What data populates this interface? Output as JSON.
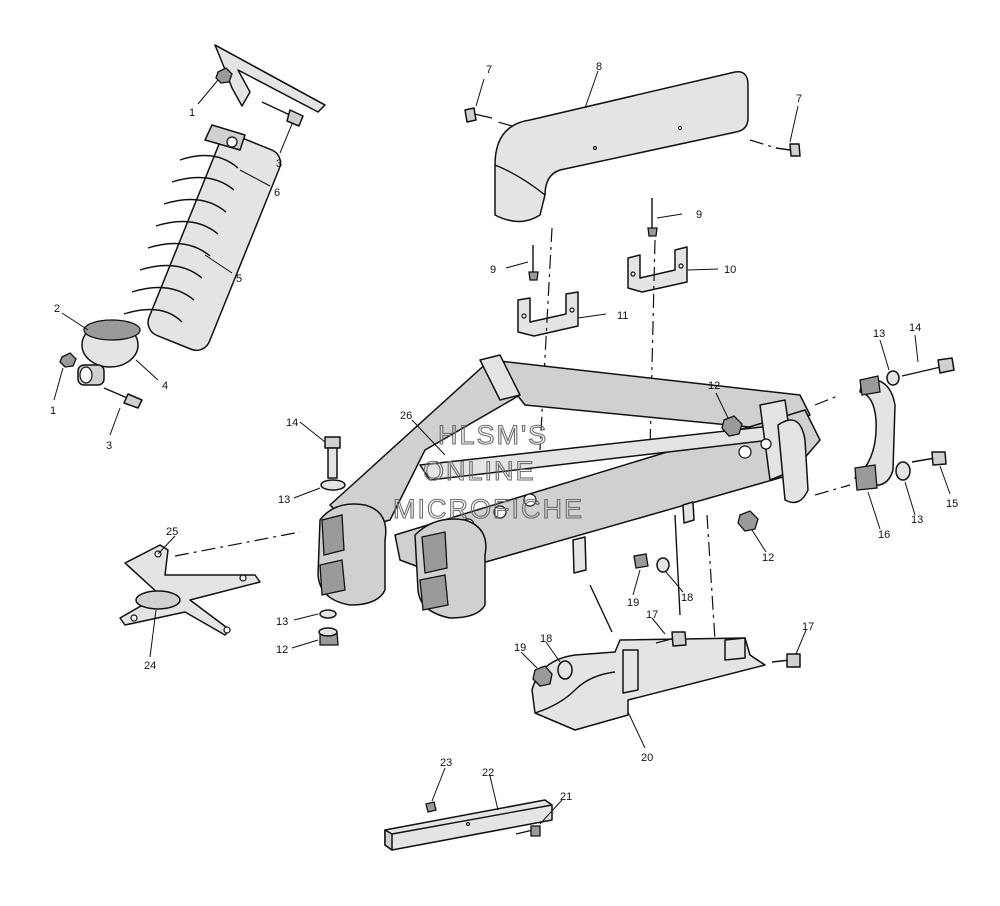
{
  "watermark": {
    "line1": "HLSM'S",
    "line2": "ONLINE",
    "line3": "MICROFICHE"
  },
  "callouts": [
    {
      "id": "c1a",
      "label": "1"
    },
    {
      "id": "c3a",
      "label": "3"
    },
    {
      "id": "c6",
      "label": "6"
    },
    {
      "id": "c5",
      "label": "5"
    },
    {
      "id": "c2",
      "label": "2"
    },
    {
      "id": "c4",
      "label": "4"
    },
    {
      "id": "c1b",
      "label": "1"
    },
    {
      "id": "c3b",
      "label": "3"
    },
    {
      "id": "c7a",
      "label": "7"
    },
    {
      "id": "c8",
      "label": "8"
    },
    {
      "id": "c7b",
      "label": "7"
    },
    {
      "id": "c9a",
      "label": "9"
    },
    {
      "id": "c9b",
      "label": "9"
    },
    {
      "id": "c10",
      "label": "10"
    },
    {
      "id": "c11",
      "label": "11"
    },
    {
      "id": "c13a",
      "label": "13"
    },
    {
      "id": "c14a",
      "label": "14"
    },
    {
      "id": "c12a",
      "label": "12"
    },
    {
      "id": "c26",
      "label": "26"
    },
    {
      "id": "c14b",
      "label": "14"
    },
    {
      "id": "c13b",
      "label": "13"
    },
    {
      "id": "c15",
      "label": "15"
    },
    {
      "id": "c13c",
      "label": "13"
    },
    {
      "id": "c16",
      "label": "16"
    },
    {
      "id": "c12b",
      "label": "12"
    },
    {
      "id": "c25",
      "label": "25"
    },
    {
      "id": "c24",
      "label": "24"
    },
    {
      "id": "c13d",
      "label": "13"
    },
    {
      "id": "c12c",
      "label": "12"
    },
    {
      "id": "c19a",
      "label": "19"
    },
    {
      "id": "c18a",
      "label": "18"
    },
    {
      "id": "c17a",
      "label": "17"
    },
    {
      "id": "c17b",
      "label": "17"
    },
    {
      "id": "c19b",
      "label": "19"
    },
    {
      "id": "c18b",
      "label": "18"
    },
    {
      "id": "c20",
      "label": "20"
    },
    {
      "id": "c23",
      "label": "23"
    },
    {
      "id": "c22",
      "label": "22"
    },
    {
      "id": "c21",
      "label": "21"
    }
  ]
}
